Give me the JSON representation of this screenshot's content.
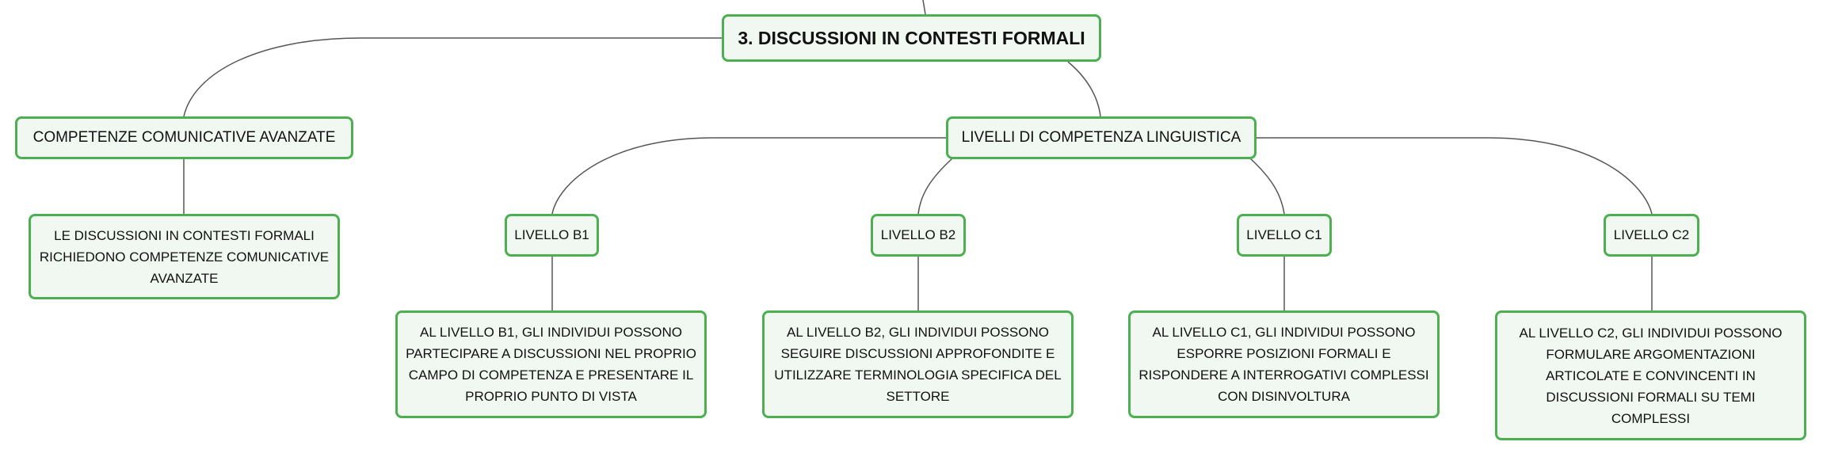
{
  "root": {
    "label": "3. DISCUSSIONI IN CONTESTI FORMALI"
  },
  "competenze": {
    "label": "COMPETENZE COMUNICATIVE AVANZATE",
    "child": "LE DISCUSSIONI IN CONTESTI FORMALI RICHIEDONO COMPETENZE COMUNICATIVE AVANZATE"
  },
  "livelli": {
    "label": "LIVELLI DI COMPETENZA LINGUISTICA",
    "items": [
      {
        "label": "LIVELLO B1",
        "desc": "AL LIVELLO B1, GLI INDIVIDUI POSSONO PARTECIPARE A DISCUSSIONI NEL PROPRIO CAMPO DI COMPETENZA E PRESENTARE IL PROPRIO PUNTO DI VISTA"
      },
      {
        "label": "LIVELLO B2",
        "desc": "AL LIVELLO B2, GLI INDIVIDUI POSSONO SEGUIRE DISCUSSIONI APPROFONDITE E UTILIZZARE TERMINOLOGIA SPECIFICA DEL SETTORE"
      },
      {
        "label": "LIVELLO C1",
        "desc": "AL LIVELLO C1, GLI INDIVIDUI POSSONO ESPORRE POSIZIONI FORMALI E RISPONDERE A INTERROGATIVI COMPLESSI CON DISINVOLTURA"
      },
      {
        "label": "LIVELLO C2",
        "desc": "AL LIVELLO C2, GLI INDIVIDUI POSSONO FORMULARE ARGOMENTAZIONI ARTICOLATE E CONVINCENTI IN DISCUSSIONI FORMALI SU TEMI COMPLESSI"
      }
    ]
  },
  "colors": {
    "border": "#4caf50",
    "fill": "#f1f8f2",
    "line": "#555555"
  }
}
